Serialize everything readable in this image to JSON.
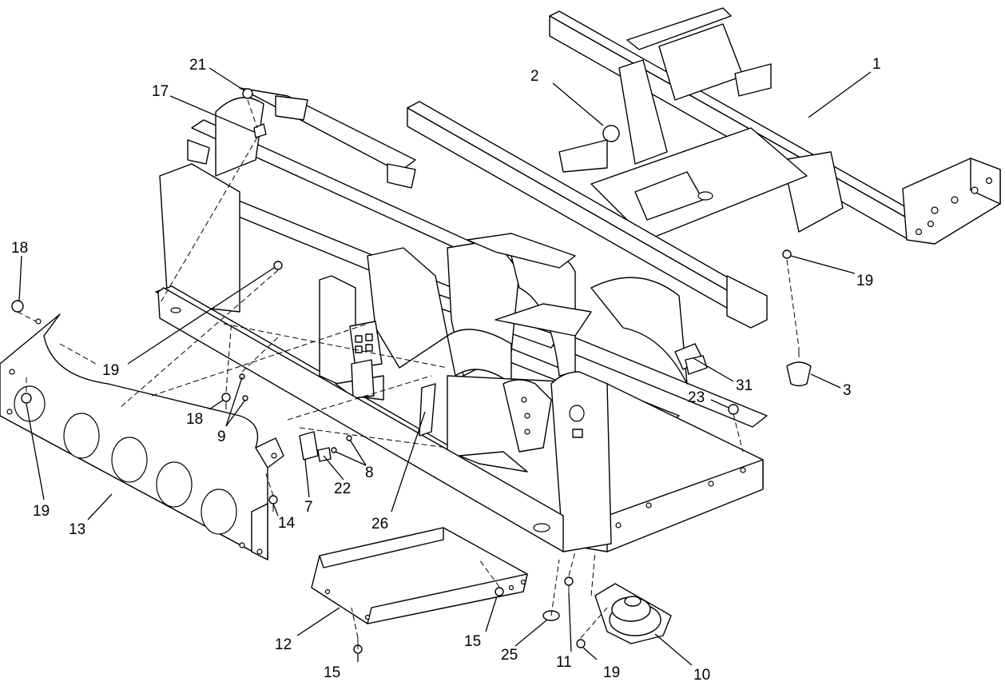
{
  "callouts": [
    {
      "id": "c1",
      "label": "1"
    },
    {
      "id": "c2",
      "label": "2"
    },
    {
      "id": "c3",
      "label": "3"
    },
    {
      "id": "c7",
      "label": "7"
    },
    {
      "id": "c8",
      "label": "8"
    },
    {
      "id": "c9",
      "label": "9"
    },
    {
      "id": "c10",
      "label": "10"
    },
    {
      "id": "c11",
      "label": "11"
    },
    {
      "id": "c12",
      "label": "12"
    },
    {
      "id": "c13",
      "label": "13"
    },
    {
      "id": "c14",
      "label": "14"
    },
    {
      "id": "c15a",
      "label": "15"
    },
    {
      "id": "c15b",
      "label": "15"
    },
    {
      "id": "c17",
      "label": "17"
    },
    {
      "id": "c18a",
      "label": "18"
    },
    {
      "id": "c18b",
      "label": "18"
    },
    {
      "id": "c19a",
      "label": "19"
    },
    {
      "id": "c19b",
      "label": "19"
    },
    {
      "id": "c19c",
      "label": "19"
    },
    {
      "id": "c19d",
      "label": "19"
    },
    {
      "id": "c21",
      "label": "21"
    },
    {
      "id": "c22",
      "label": "22"
    },
    {
      "id": "c23",
      "label": "23"
    },
    {
      "id": "c25",
      "label": "25"
    },
    {
      "id": "c26",
      "label": "26"
    },
    {
      "id": "c31",
      "label": "31"
    }
  ]
}
